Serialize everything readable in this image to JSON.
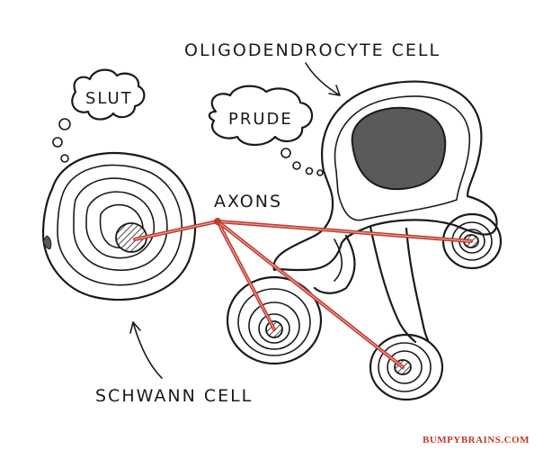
{
  "labels": {
    "oligodendrocyte": "OLIGODENDROCYTE CELL",
    "axons": "AXONS",
    "schwann": "SCHWANN CELL",
    "thought_left": "SLUT",
    "thought_right": "PRUDE"
  },
  "credit": {
    "text": "BUMPYBRAINS.COM",
    "color": "#c0392b"
  },
  "colors": {
    "axon": "#c0392b",
    "nucleus": "#5a5a5a",
    "ink": "#1a1a1a"
  }
}
